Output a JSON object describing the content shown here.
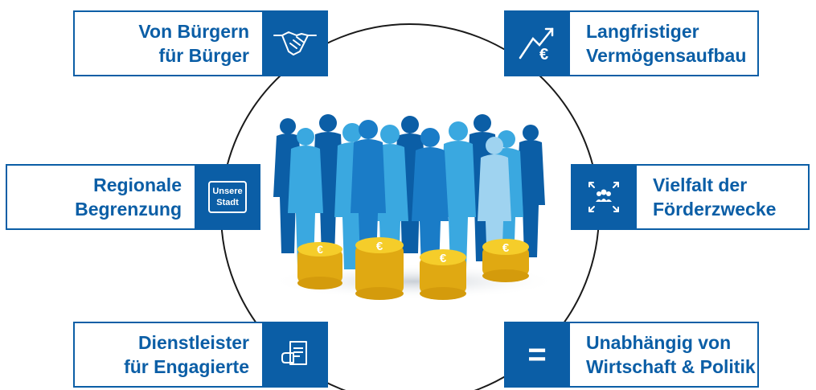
{
  "colors": {
    "brand": "#0b5ea6",
    "coin": "#f2c21a",
    "light_blue": "#3aa8e0"
  },
  "boxes": {
    "top_left": {
      "line1": "Von Bürgern",
      "line2": "für Bürger",
      "icon": "handshake-icon"
    },
    "mid_left": {
      "line1": "Regionale",
      "line2": "Begrenzung",
      "icon": "city-sign-icon",
      "sign_line1": "Unsere",
      "sign_line2": "Stadt"
    },
    "bottom_left": {
      "line1": "Dienstleister",
      "line2": "für Engagierte",
      "icon": "document-hand-icon"
    },
    "top_right": {
      "line1": "Langfristiger",
      "line2": "Vermögensaufbau",
      "icon": "euro-growth-icon"
    },
    "mid_right": {
      "line1": "Vielfalt der",
      "line2": "Förderzwecke",
      "icon": "group-expand-icon"
    },
    "bottom_right": {
      "line1": "Unabhängig von",
      "line2": "Wirtschaft & Politik",
      "icon": "equals-icon",
      "symbol": "="
    }
  }
}
